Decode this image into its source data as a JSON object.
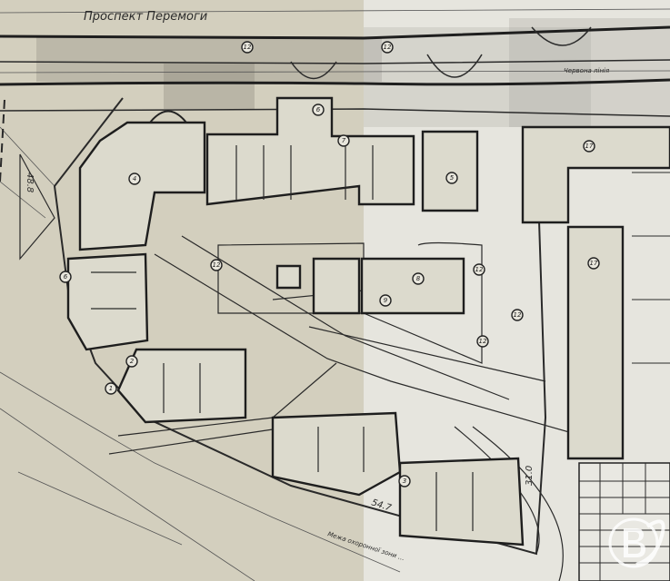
{
  "title": "Генплан (site plan)",
  "street_label": "Проспект Перемоги",
  "red_line_label": "Червона лінія",
  "dimensions": {
    "left": "48.8",
    "bottom": "54.7",
    "right": "31.0"
  },
  "boundary_label": "Межа охоронної зони …",
  "building_numbers": [
    "12",
    "12",
    "6",
    "7",
    "4",
    "5",
    "17",
    "17",
    "12",
    "8",
    "9",
    "12",
    "12",
    "6",
    "2",
    "1",
    "12",
    "3"
  ],
  "watermark_letter": "В",
  "colors": {
    "paper_left": "#d6d2c2",
    "paper_right": "#e9e8e2",
    "ink": "#1e1e1e"
  }
}
